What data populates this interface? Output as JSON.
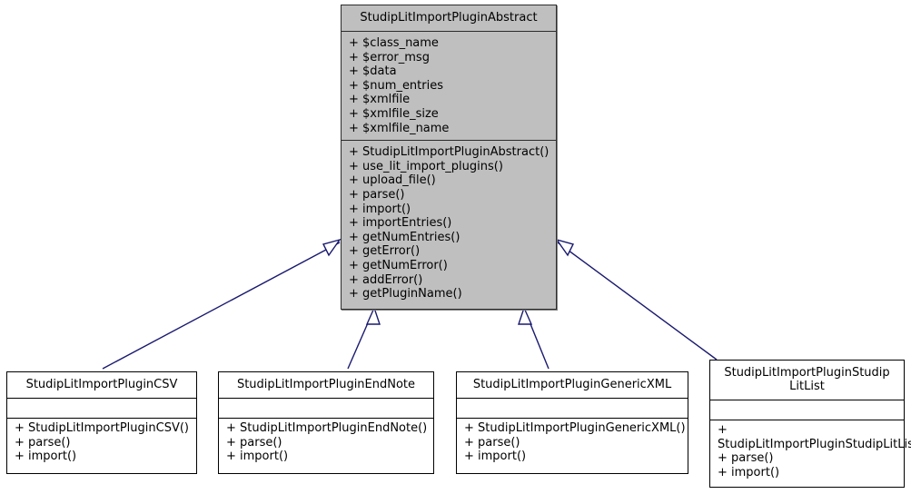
{
  "diagram": {
    "kind": "uml-class-inheritance-diagram",
    "background_color": "#ffffff",
    "edge_color": "#191970",
    "abstract_fill": "#bfbfbf",
    "subclass_fill": "#ffffff",
    "border_color": "#000000"
  },
  "base_class": {
    "name": "StudipLitImportPluginAbstract",
    "attributes": [
      "+ $class_name",
      "+ $error_msg",
      "+ $data",
      "+ $num_entries",
      "+ $xmlfile",
      "+ $xmlfile_size",
      "+ $xmlfile_name"
    ],
    "operations": [
      "+ StudipLitImportPluginAbstract()",
      "+ use_lit_import_plugins()",
      "+ upload_file()",
      "+ parse()",
      "+ import()",
      "+ importEntries()",
      "+ getNumEntries()",
      "+ getError()",
      "+ getNumError()",
      "+ addError()",
      "+ getPluginName()"
    ]
  },
  "subclasses": [
    {
      "name": "StudipLitImportPluginCSV",
      "attributes": [],
      "operations": [
        "+ StudipLitImportPluginCSV()",
        "+ parse()",
        "+ import()"
      ]
    },
    {
      "name": "StudipLitImportPluginEndNote",
      "attributes": [],
      "operations": [
        "+ StudipLitImportPluginEndNote()",
        "+ parse()",
        "+ import()"
      ]
    },
    {
      "name": "StudipLitImportPluginGenericXML",
      "attributes": [],
      "operations": [
        "+ StudipLitImportPluginGenericXML()",
        "+ parse()",
        "+ import()"
      ]
    },
    {
      "name": "StudipLitImportPluginStudip\nLitList",
      "attributes": [],
      "operations": [
        "+ StudipLitImportPluginStudipLitList()",
        "+ parse()",
        "+ import()"
      ]
    }
  ]
}
